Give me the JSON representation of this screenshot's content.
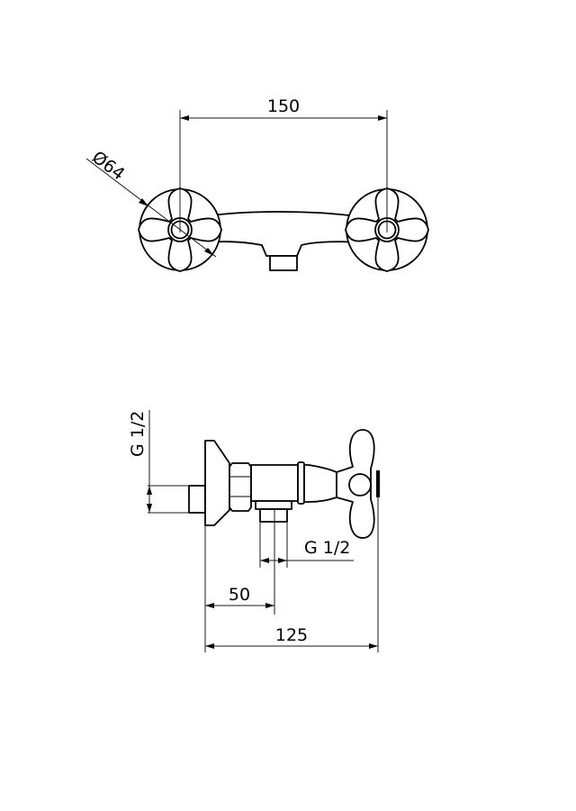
{
  "drawing": {
    "subject": "wall-mounted cross-handle shower mixer valve",
    "views": {
      "front": {
        "dimensions": {
          "centre_distance": "150",
          "rosette_diameter": "Ø64"
        }
      },
      "side": {
        "dimensions": {
          "inlet_thread": "G 1/2",
          "outlet_thread": "G 1/2",
          "outlet_offset": "50",
          "overall_depth": "125"
        }
      }
    }
  }
}
